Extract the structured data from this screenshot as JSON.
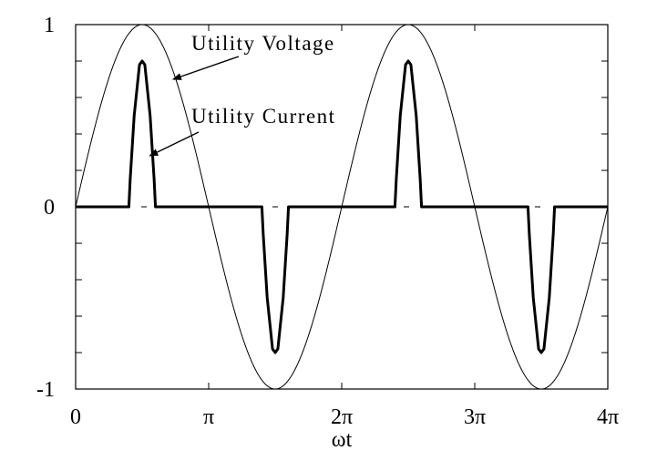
{
  "chart_data": {
    "type": "line",
    "title": "",
    "xlabel": "ωt",
    "ylabel": "",
    "xlim": [
      0,
      12.566370614359172
    ],
    "ylim": [
      -1,
      1
    ],
    "grid": false,
    "x_tick_values": [
      0,
      3.141592653589793,
      6.283185307179586,
      9.42477796076938,
      12.566370614359172
    ],
    "x_tick_labels": [
      "0",
      "π",
      "2π",
      "3π",
      "4π"
    ],
    "y_tick_values": [
      1,
      0,
      -1
    ],
    "y_tick_labels": [
      "1",
      "0",
      "-1"
    ],
    "series": [
      {
        "name": "Utility Voltage",
        "color": "#000000",
        "style": "thin",
        "function": "sin(ωt)",
        "amplitude": 1
      },
      {
        "name": "Utility Current",
        "color": "#000000",
        "style": "bold",
        "x": [
          0,
          1.2566,
          1.2881,
          1.3823,
          1.5079,
          1.5708,
          1.6336,
          1.7593,
          1.8535,
          1.885,
          4.3982,
          4.4296,
          4.5239,
          4.6496,
          4.7124,
          4.7752,
          4.9009,
          4.9951,
          5.0265,
          7.5398,
          7.5712,
          7.6655,
          7.7911,
          7.854,
          7.9168,
          8.0425,
          8.1367,
          8.1681,
          10.6814,
          10.7128,
          10.8071,
          10.9327,
          10.9956,
          11.0584,
          11.1841,
          11.2783,
          11.3097,
          12.5664
        ],
        "y": [
          0,
          0,
          0.15,
          0.5,
          0.78,
          0.8,
          0.78,
          0.5,
          0.15,
          0,
          0,
          -0.15,
          -0.5,
          -0.78,
          -0.8,
          -0.78,
          -0.5,
          -0.15,
          0,
          0,
          0.15,
          0.5,
          0.78,
          0.8,
          0.78,
          0.5,
          0.15,
          0,
          0,
          -0.15,
          -0.5,
          -0.78,
          -0.8,
          -0.78,
          -0.5,
          -0.15,
          0,
          0
        ]
      }
    ],
    "annotations": [
      {
        "text": "Utility Voltage",
        "target_series": "Utility Voltage",
        "arrow_to": [
          2.3,
          0.7
        ]
      },
      {
        "text": "Utility Current",
        "target_series": "Utility Current",
        "arrow_to": [
          1.75,
          0.28
        ]
      }
    ]
  }
}
